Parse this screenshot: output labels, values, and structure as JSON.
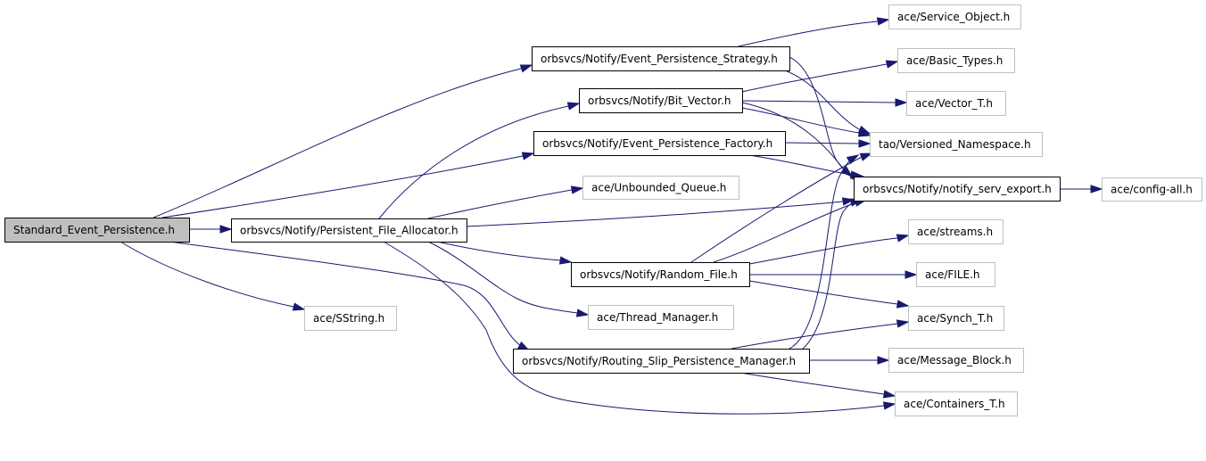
{
  "colors": {
    "edge": "#191970",
    "root_fill": "#bfbfbf",
    "node_fill": "#ffffff",
    "documented_border": "#000000",
    "external_border": "#bfbfbf"
  },
  "nodes": [
    {
      "id": "standard_event_persistence",
      "label": "Standard_Event_Persistence.h",
      "kind": "root"
    },
    {
      "id": "persistent_file_allocator",
      "label": "orbsvcs/Notify/Persistent_File_Allocator.h",
      "kind": "documented"
    },
    {
      "id": "event_persistence_strategy",
      "label": "orbsvcs/Notify/Event_Persistence_Strategy.h",
      "kind": "documented"
    },
    {
      "id": "bit_vector",
      "label": "orbsvcs/Notify/Bit_Vector.h",
      "kind": "documented"
    },
    {
      "id": "event_persistence_factory",
      "label": "orbsvcs/Notify/Event_Persistence_Factory.h",
      "kind": "documented"
    },
    {
      "id": "random_file",
      "label": "orbsvcs/Notify/Random_File.h",
      "kind": "documented"
    },
    {
      "id": "routing_slip_persistence_manager",
      "label": "orbsvcs/Notify/Routing_Slip_Persistence_Manager.h",
      "kind": "documented"
    },
    {
      "id": "notify_serv_export",
      "label": "orbsvcs/Notify/notify_serv_export.h",
      "kind": "documented"
    },
    {
      "id": "service_object",
      "label": "ace/Service_Object.h",
      "kind": "external"
    },
    {
      "id": "basic_types",
      "label": "ace/Basic_Types.h",
      "kind": "external"
    },
    {
      "id": "vector_t",
      "label": "ace/Vector_T.h",
      "kind": "external"
    },
    {
      "id": "versioned_namespace",
      "label": "tao/Versioned_Namespace.h",
      "kind": "external"
    },
    {
      "id": "config_all",
      "label": "ace/config-all.h",
      "kind": "external"
    },
    {
      "id": "unbounded_queue",
      "label": "ace/Unbounded_Queue.h",
      "kind": "external"
    },
    {
      "id": "streams",
      "label": "ace/streams.h",
      "kind": "external"
    },
    {
      "id": "file_h",
      "label": "ace/FILE.h",
      "kind": "external"
    },
    {
      "id": "thread_manager",
      "label": "ace/Thread_Manager.h",
      "kind": "external"
    },
    {
      "id": "sstring",
      "label": "ace/SString.h",
      "kind": "external"
    },
    {
      "id": "synch_t",
      "label": "ace/Synch_T.h",
      "kind": "external"
    },
    {
      "id": "message_block",
      "label": "ace/Message_Block.h",
      "kind": "external"
    },
    {
      "id": "containers_t",
      "label": "ace/Containers_T.h",
      "kind": "external"
    }
  ],
  "edges": [
    {
      "from": "standard_event_persistence",
      "to": "persistent_file_allocator"
    },
    {
      "from": "standard_event_persistence",
      "to": "event_persistence_strategy"
    },
    {
      "from": "standard_event_persistence",
      "to": "event_persistence_factory"
    },
    {
      "from": "standard_event_persistence",
      "to": "sstring"
    },
    {
      "from": "standard_event_persistence",
      "to": "routing_slip_persistence_manager"
    },
    {
      "from": "persistent_file_allocator",
      "to": "bit_vector"
    },
    {
      "from": "persistent_file_allocator",
      "to": "unbounded_queue"
    },
    {
      "from": "persistent_file_allocator",
      "to": "notify_serv_export"
    },
    {
      "from": "persistent_file_allocator",
      "to": "random_file"
    },
    {
      "from": "persistent_file_allocator",
      "to": "thread_manager"
    },
    {
      "from": "persistent_file_allocator",
      "to": "containers_t"
    },
    {
      "from": "event_persistence_strategy",
      "to": "service_object"
    },
    {
      "from": "event_persistence_strategy",
      "to": "versioned_namespace"
    },
    {
      "from": "event_persistence_strategy",
      "to": "notify_serv_export"
    },
    {
      "from": "bit_vector",
      "to": "basic_types"
    },
    {
      "from": "bit_vector",
      "to": "vector_t"
    },
    {
      "from": "bit_vector",
      "to": "versioned_namespace"
    },
    {
      "from": "bit_vector",
      "to": "notify_serv_export"
    },
    {
      "from": "event_persistence_factory",
      "to": "versioned_namespace"
    },
    {
      "from": "event_persistence_factory",
      "to": "notify_serv_export"
    },
    {
      "from": "random_file",
      "to": "versioned_namespace"
    },
    {
      "from": "random_file",
      "to": "notify_serv_export"
    },
    {
      "from": "random_file",
      "to": "streams"
    },
    {
      "from": "random_file",
      "to": "file_h"
    },
    {
      "from": "random_file",
      "to": "synch_t"
    },
    {
      "from": "routing_slip_persistence_manager",
      "to": "synch_t"
    },
    {
      "from": "routing_slip_persistence_manager",
      "to": "message_block"
    },
    {
      "from": "routing_slip_persistence_manager",
      "to": "containers_t"
    },
    {
      "from": "routing_slip_persistence_manager",
      "to": "versioned_namespace"
    },
    {
      "from": "routing_slip_persistence_manager",
      "to": "notify_serv_export"
    },
    {
      "from": "notify_serv_export",
      "to": "config_all"
    }
  ]
}
